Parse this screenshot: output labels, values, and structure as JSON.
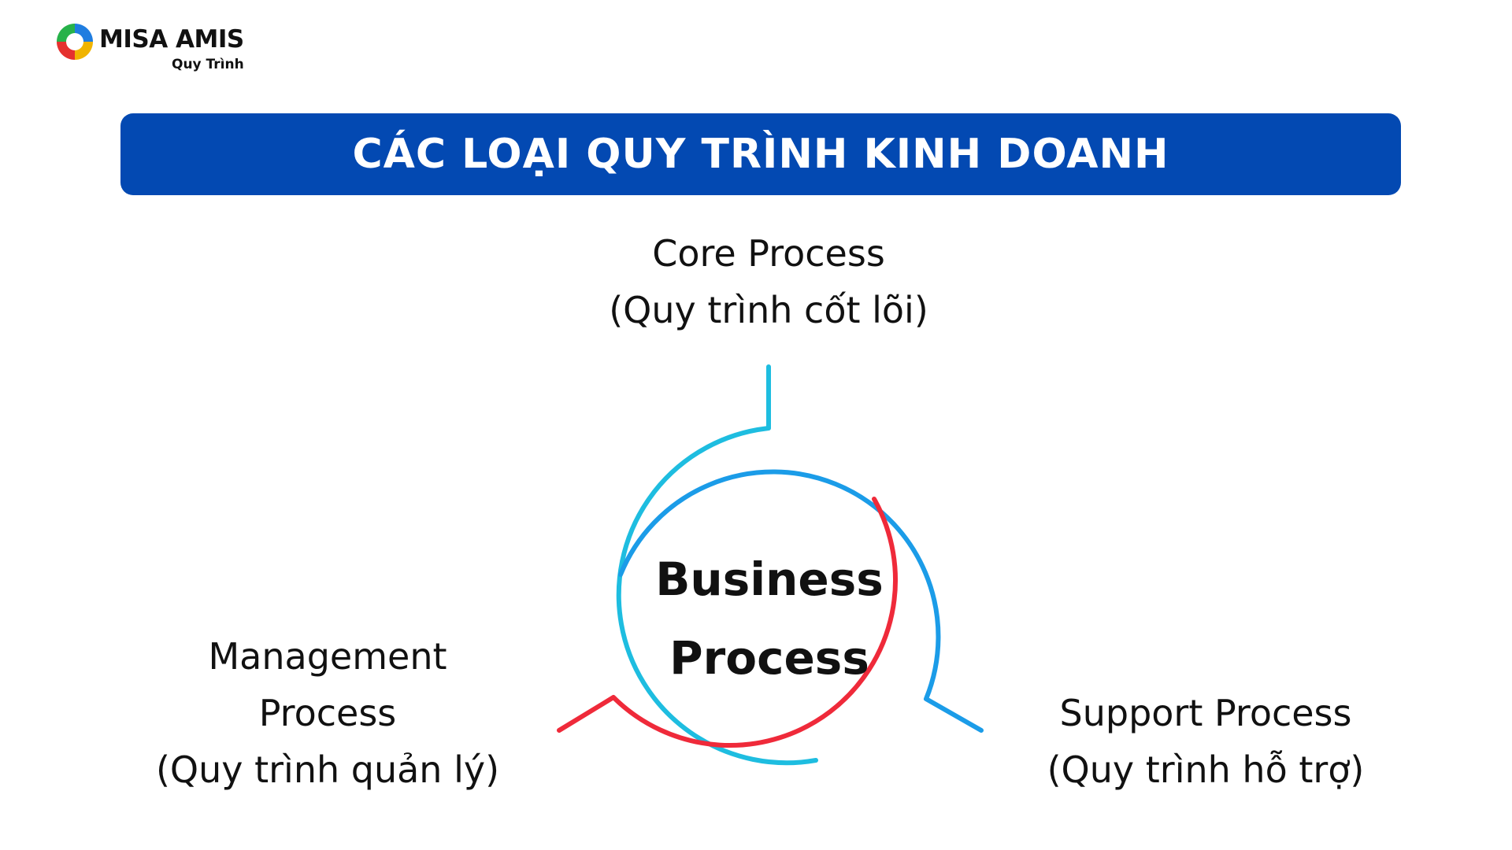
{
  "logo": {
    "brand": "MISA AMIS",
    "sub": "Quy Trình",
    "colors": [
      "#1f7de0",
      "#f0b400",
      "#e5312f",
      "#27b24a"
    ]
  },
  "banner": {
    "title": "CÁC LOẠI QUY TRÌNH KINH DOANH",
    "color": "#0349b2"
  },
  "center": {
    "line1": "Business",
    "line2": "Process"
  },
  "nodes": {
    "core": {
      "line1": "Core Process",
      "line2": "(Quy trình cốt lõi)",
      "color": "#1ebde0"
    },
    "management": {
      "line1": "Management",
      "line2": "Process",
      "line3": "(Quy trình quản lý)",
      "color": "#ef2a3a"
    },
    "support": {
      "line1": "Support Process",
      "line2": "(Quy trình hỗ trợ)",
      "color": "#1b9ce8"
    }
  }
}
